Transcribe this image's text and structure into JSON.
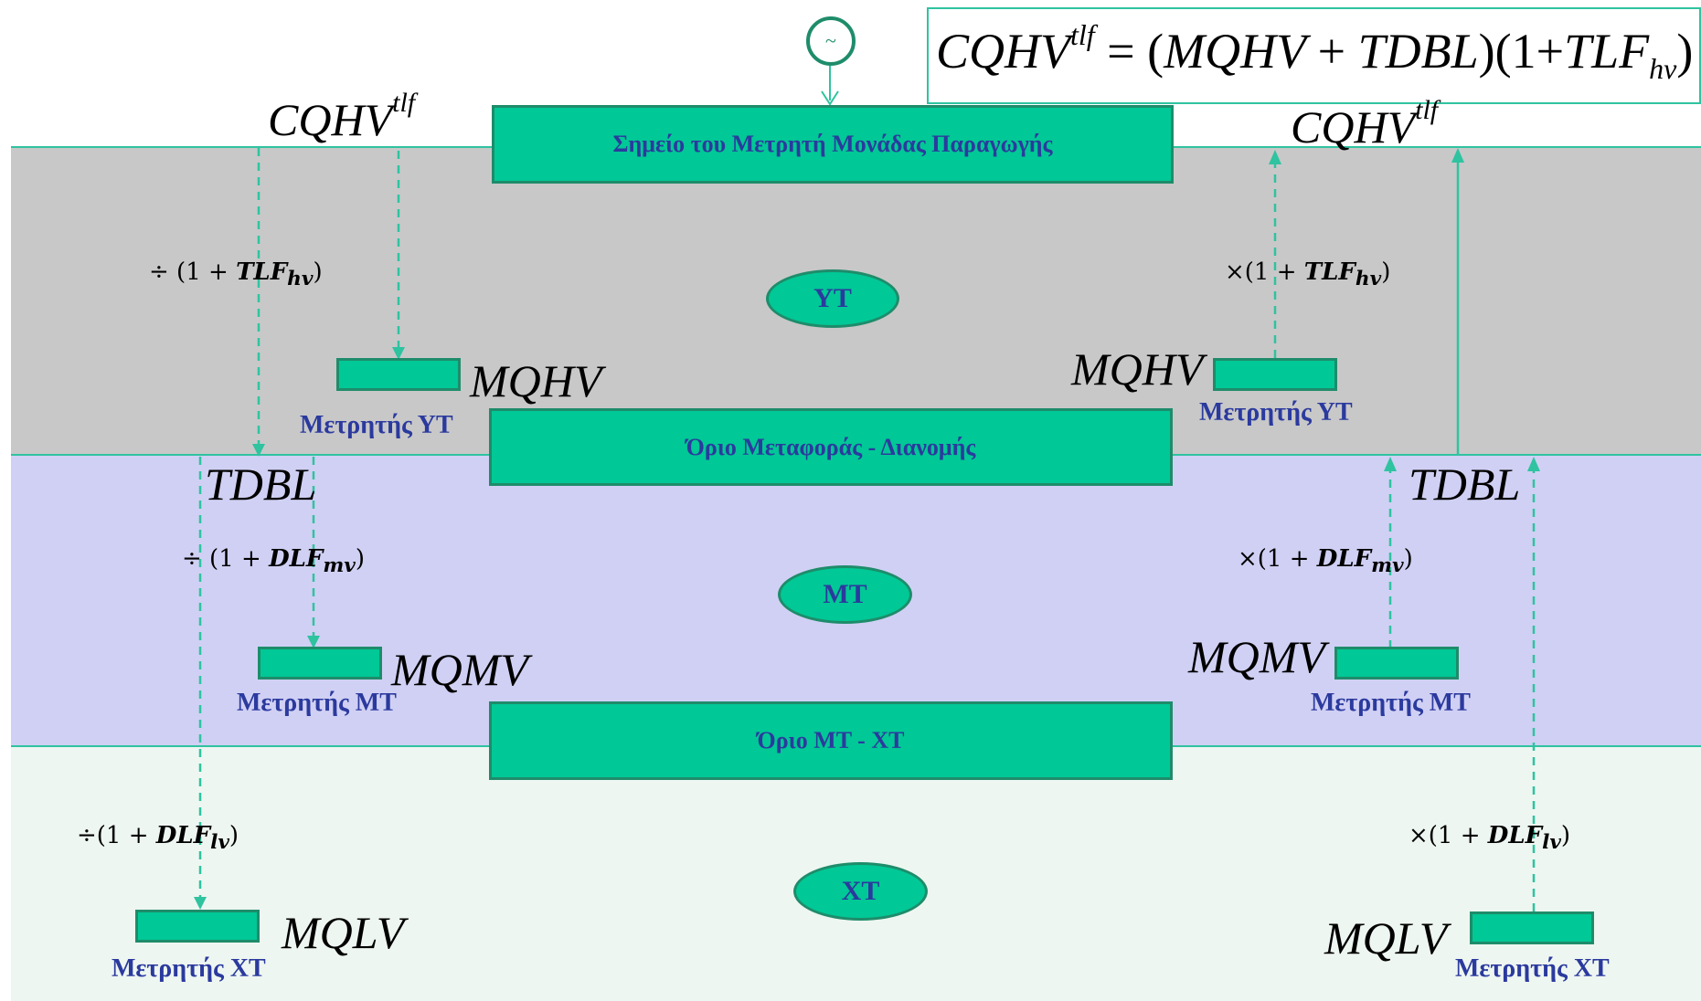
{
  "generator_symbol": "~",
  "formula": {
    "lhs": "CQHV",
    "lhs_sup": "tlf",
    "equals": "=",
    "rhs_open": "(",
    "rhs_a": "MQHV",
    "plus": "+",
    "rhs_b": "TDBL",
    "rhs_close": ")(1+",
    "rhs_c": "TLF",
    "rhs_c_sub": "hv",
    "rhs_end": ")"
  },
  "boxes": {
    "generation_point": "Σημείο του Μετρητή Μονάδας Παραγωγής",
    "transmission_distribution_boundary": "Όριο Μεταφοράς - Διανομής",
    "mv_lv_boundary": "Όριο ΜΤ - ΧΤ"
  },
  "zones": {
    "high_voltage": "ΥΤ",
    "medium_voltage": "ΜΤ",
    "low_voltage": "ΧΤ"
  },
  "meters": {
    "hv_label": "Μετρητής ΥΤ",
    "mv_label": "Μετρητής ΜΤ",
    "lv_label": "Μετρητής ΧΤ"
  },
  "variables": {
    "cqhv": "CQHV",
    "cqhv_sup": "tlf",
    "mqhv": "MQHV",
    "tdbl": "TDBL",
    "mqmv": "MQMV",
    "mqlv": "MQLV"
  },
  "factors": {
    "div_tlf_prefix": "÷ (1 + ",
    "div_dlf_mv_prefix": "÷ (1 + ",
    "div_dlf_lv_prefix": "÷(1 + ",
    "mul_tlf_prefix": "×(1 + ",
    "mul_dlf_mv_prefix": "×(1 + ",
    "mul_dlf_lv_prefix": "×(1 + ",
    "tlf": "TLF",
    "dlf": "DLF",
    "sub_hv": "hv",
    "sub_mv": "mv",
    "sub_lv": "lv",
    "close": ")"
  },
  "colors": {
    "box_fill": "#00c896",
    "box_border": "#1e8c6a",
    "label_text": "#2b3a9e",
    "arrow": "#2fc3a0",
    "band_hv": "#c8c8c8",
    "band_mv": "#d0d0f4",
    "band_lv": "#eef6f1"
  }
}
